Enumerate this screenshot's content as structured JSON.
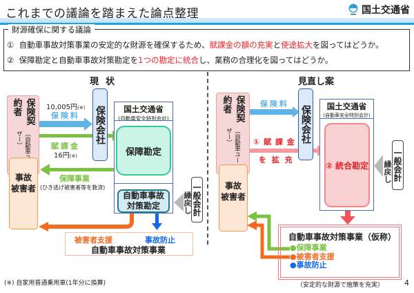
{
  "header": {
    "title": "これまでの議論を踏まえた論点整理",
    "logo_text": "国土交通省",
    "logo_icon": "mlit-logo-icon"
  },
  "issues": {
    "legend": "財源確保に関する議論",
    "item1": {
      "num": "①",
      "pre": "自動車事故対策事業の安定的な財源を確保するため、",
      "red1": "賦課金の額の充実",
      "mid": "と",
      "red2": "使途拡大",
      "post": "を図ってはどうか。"
    },
    "item2": {
      "num": "②",
      "pre": "保障勘定と自動車事故対策勘定を",
      "red": "1つの勘定に統合",
      "post": "し、業務の合理化を図ってはどうか。"
    }
  },
  "current": {
    "title": "現状",
    "policy_holder": "保険契約者",
    "policy_holder_sub": "（自動車ユーザー）",
    "insurance_company": "保険会社",
    "premium_amount": "10,005円",
    "premium_note": "(※)",
    "premium_label": "保険料",
    "levy_label": "賦課金",
    "levy_amount": "16円",
    "levy_note": "(※)",
    "mlit_title": "国土交通省",
    "mlit_sub": "(自動車安全特別会計)",
    "guarantee_account": "保障勘定",
    "accident_account_line1": "自動車事故",
    "accident_account_line2": "対策勘定",
    "guarantee_business": "保障事業",
    "guarantee_business_note": "(ひき逃げ被害者等を救済)",
    "victim_line1": "事故",
    "victim_line2": "被害者",
    "general_account": "一般会計",
    "return_label": "繰戻し",
    "victim_support": "被害者支援",
    "accident_prevention": "事故防止",
    "program_label": "自動車事故対策事業"
  },
  "proposal": {
    "title": "見直し案",
    "policy_holder": "保険契約者",
    "policy_holder_sub": "（自動車ユーザー）",
    "insurance_company": "保険会社",
    "premium_label": "保険料",
    "levy_label": "① 賦 課 金",
    "levy_label2": "を 拡 充",
    "mlit_title": "国土交通省",
    "mlit_sub": "(自動車安全特別会計)",
    "integrated_account": "② 統合勘定",
    "general_account": "一般会計",
    "return_label": "繰戻し",
    "victim_line1": "事故",
    "victim_line2": "被害者",
    "program_title": "自動車事故対策事業（仮称）",
    "program_items": [
      {
        "bullet": "●",
        "label": "保障事業",
        "color": "#7cc142"
      },
      {
        "bullet": "●",
        "label": "被害者支援",
        "color": "#f26b21"
      },
      {
        "bullet": "●",
        "label": "事故防止",
        "color": "#1467e8"
      }
    ],
    "program_note": "（安定的な財源で施策を充実）"
  },
  "footer": {
    "footnote": "(※) 自家用普通乗用車(1年分に換算)",
    "page_number": "4"
  },
  "colors": {
    "header_accent": "#1fa3d9",
    "emphasis_red": "#e8242b",
    "premium_blue": "#5fb3e6",
    "levy_green": "#7cc142",
    "support_orange": "#f26b21",
    "prevention_blue": "#1467e8",
    "proposal_pink": "#f3787c"
  }
}
